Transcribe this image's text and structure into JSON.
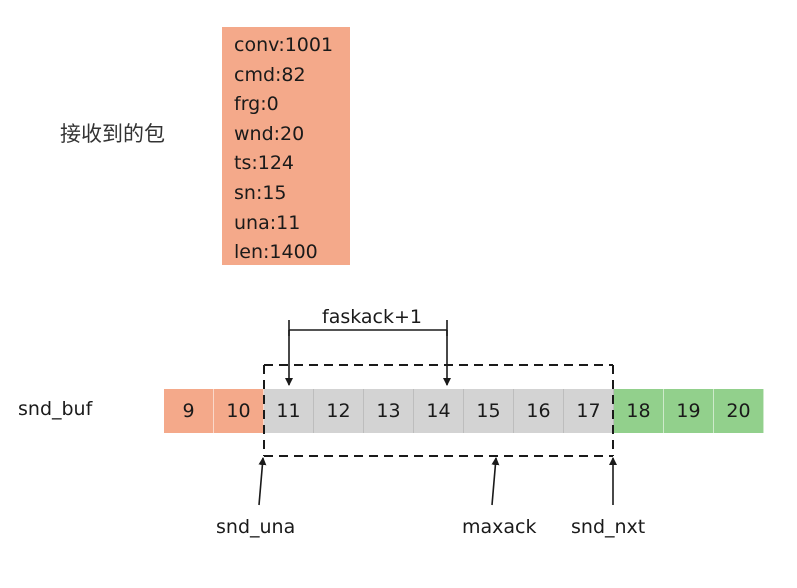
{
  "packet_label": "接收到的包",
  "packet_fields": [
    "conv:1001",
    "cmd:82",
    "frg:0",
    "wnd:20",
    "ts:124",
    "sn:15",
    "una:11",
    "len:1400"
  ],
  "buffer_label": "snd_buf",
  "buffer_cells": [
    {
      "value": "9",
      "state": "sent"
    },
    {
      "value": "10",
      "state": "sent"
    },
    {
      "value": "11",
      "state": "inflight"
    },
    {
      "value": "12",
      "state": "inflight"
    },
    {
      "value": "13",
      "state": "inflight"
    },
    {
      "value": "14",
      "state": "inflight"
    },
    {
      "value": "15",
      "state": "inflight"
    },
    {
      "value": "16",
      "state": "inflight"
    },
    {
      "value": "17",
      "state": "inflight"
    },
    {
      "value": "18",
      "state": "unsent"
    },
    {
      "value": "19",
      "state": "unsent"
    },
    {
      "value": "20",
      "state": "unsent"
    }
  ],
  "pointers": {
    "faskack": "faskack+1",
    "snd_una": "snd_una",
    "maxack": "maxack",
    "snd_nxt": "snd_nxt"
  },
  "colors": {
    "sent": "#f4a98a",
    "inflight": "#d3d3d3",
    "unsent": "#92d08c",
    "packet_box": "#f4a98a"
  }
}
